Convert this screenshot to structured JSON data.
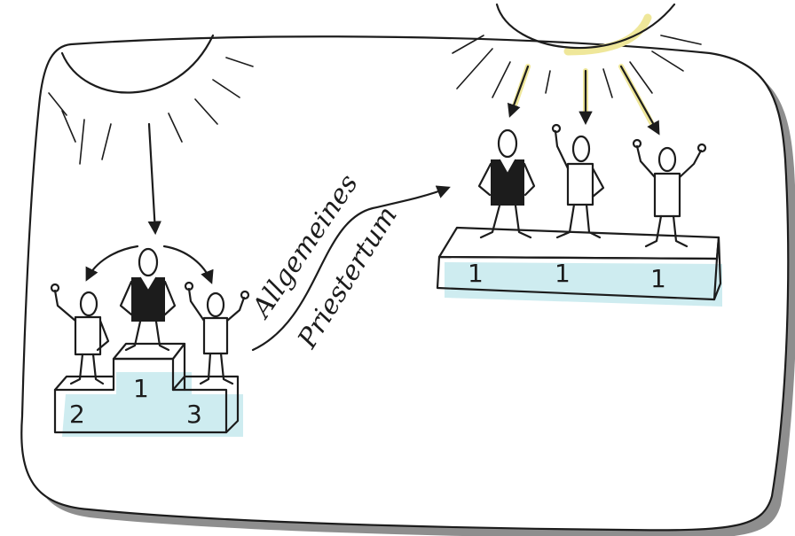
{
  "left_podium": {
    "place_left": "2",
    "place_center": "1",
    "place_right": "3"
  },
  "right_podium": {
    "labels": [
      "1",
      "1",
      "1"
    ]
  },
  "caption": {
    "word1": "Allgemeines",
    "word2": "Priestertum"
  },
  "colors": {
    "ink": "#1c1c1c",
    "card_shadow": "#6f6f6f",
    "podium_shadow": "#b9e4ea",
    "sun_highlight": "#efe79a"
  }
}
